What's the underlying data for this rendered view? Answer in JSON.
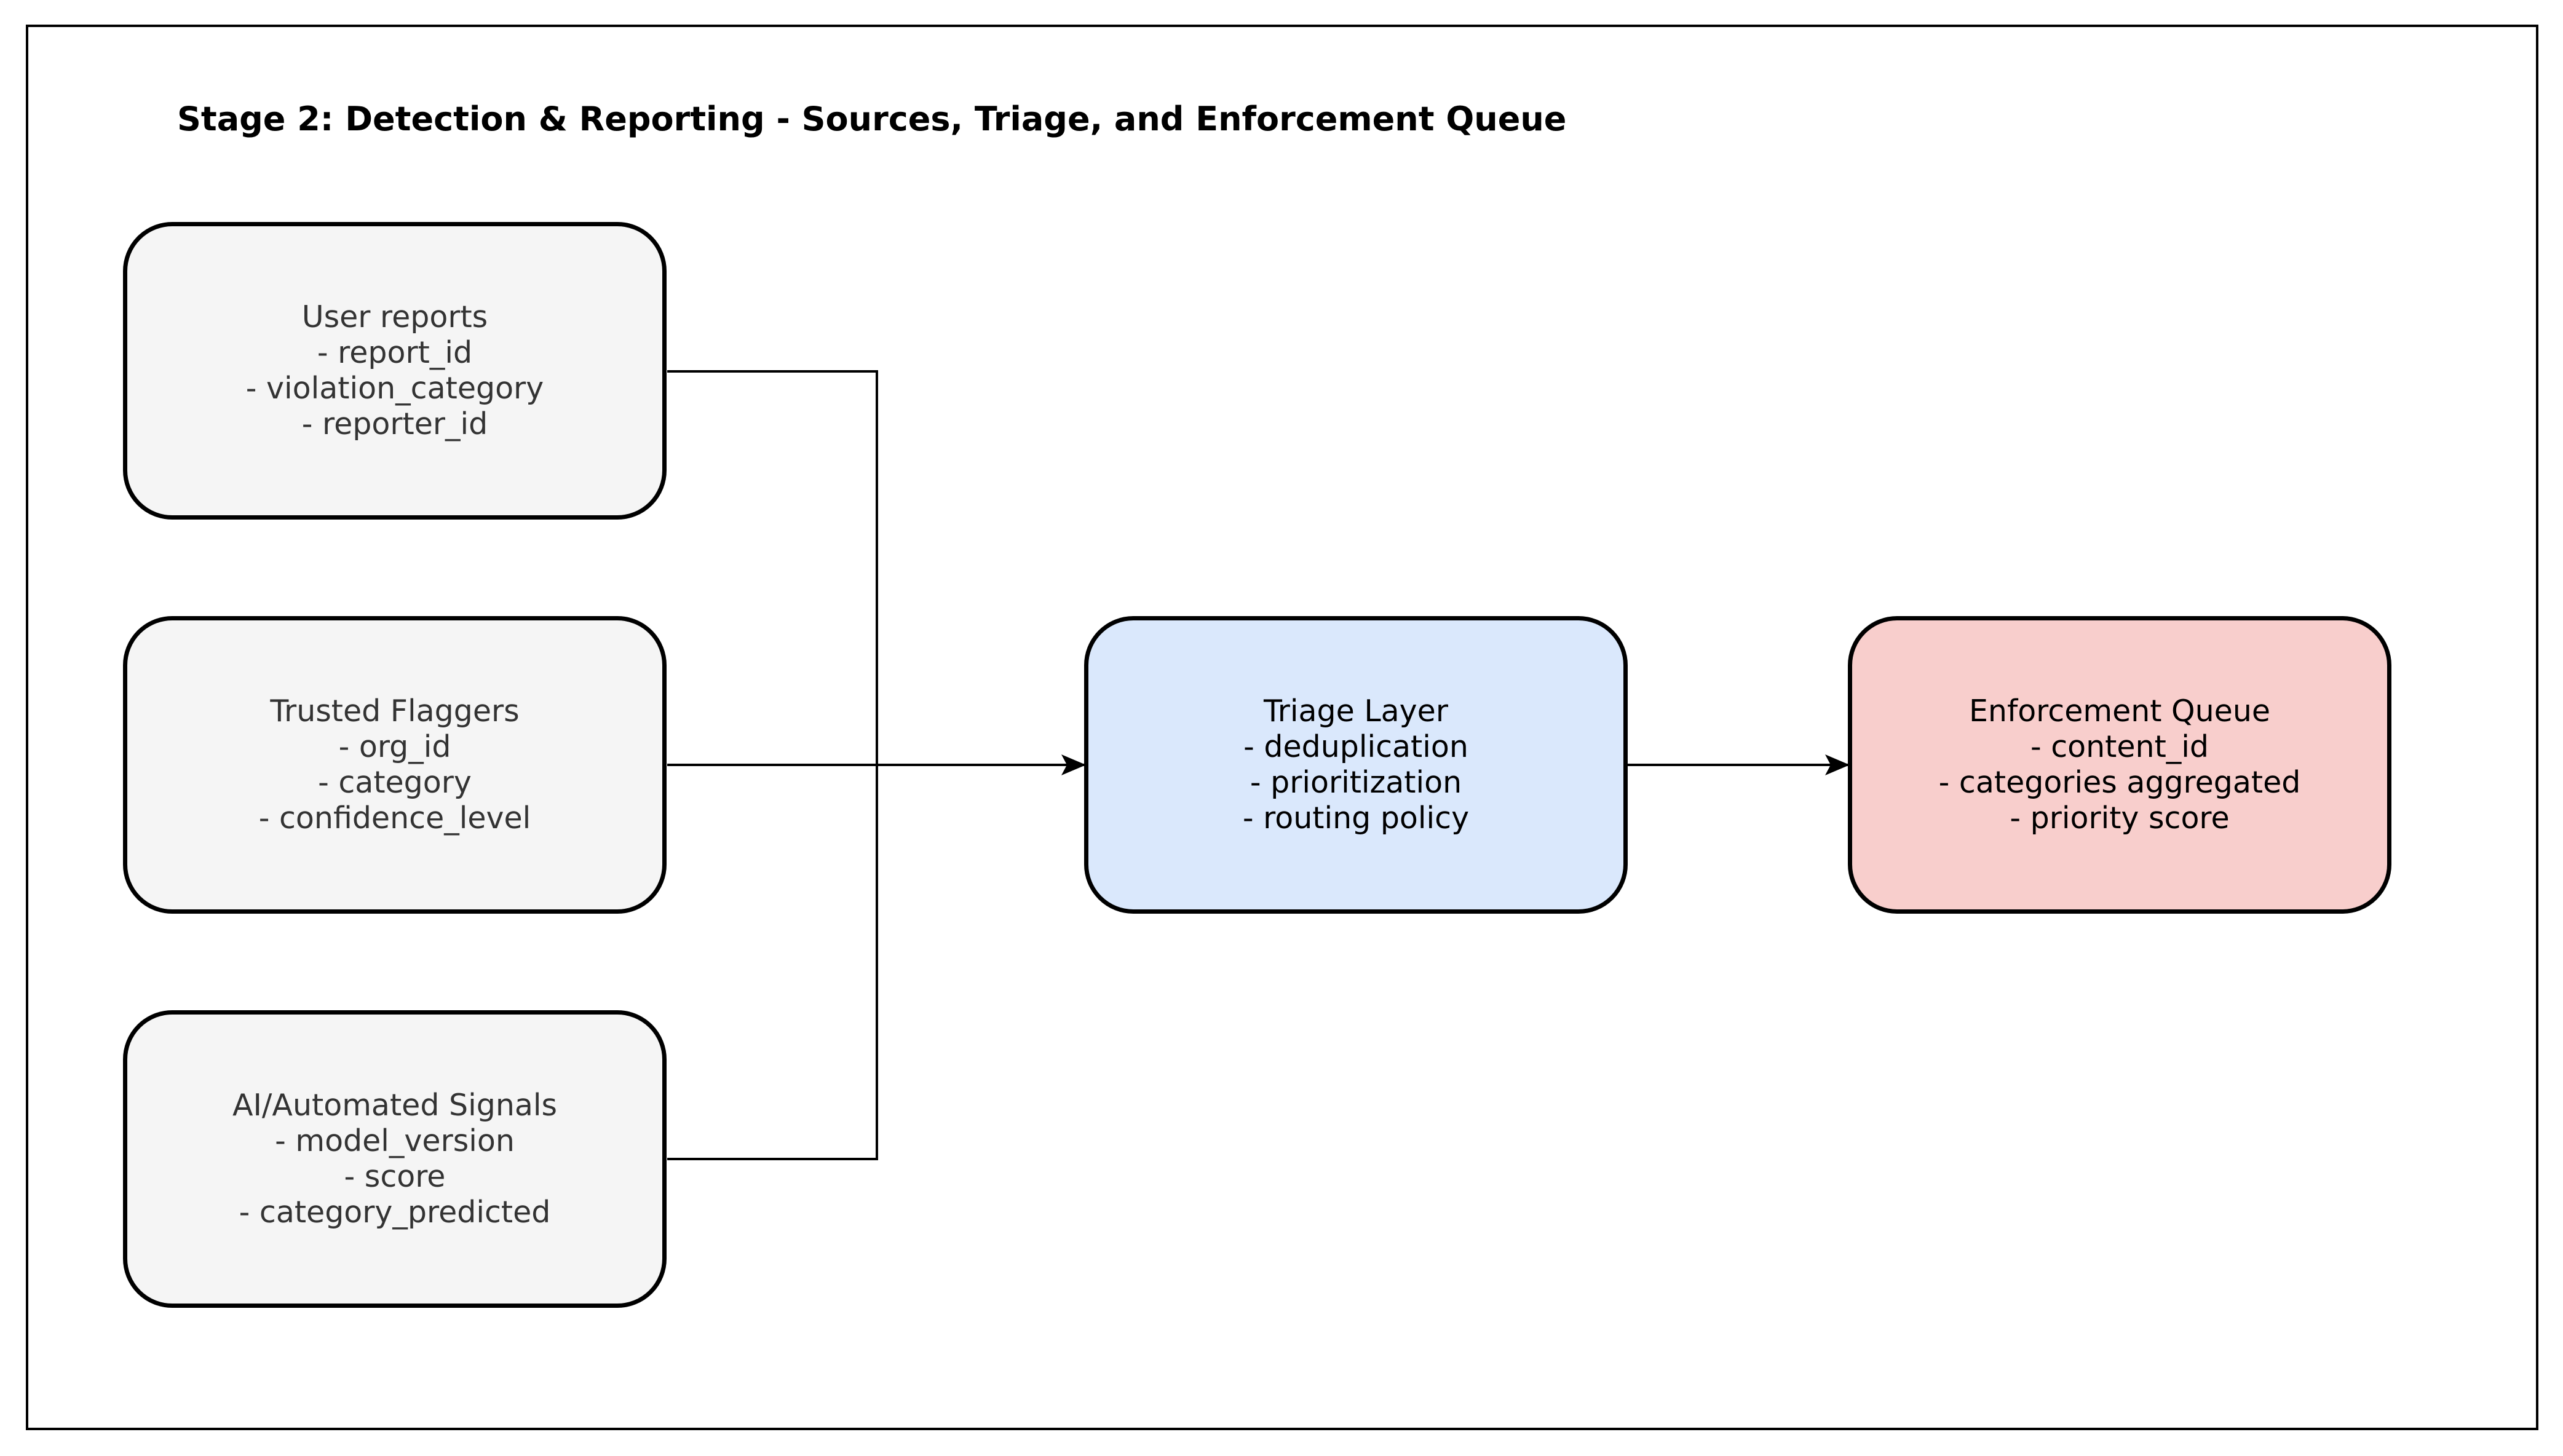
{
  "diagram": {
    "title": "Stage 2: Detection & Reporting - Sources, Triage, and Enforcement Queue",
    "nodes": {
      "user_reports": {
        "lines": [
          "User reports",
          "- report_id",
          "- violation_category",
          "- reporter_id"
        ],
        "fill": "#f5f5f5"
      },
      "trusted_flaggers": {
        "lines": [
          "Trusted Flaggers",
          "- org_id",
          "- category",
          "- confidence_level"
        ],
        "fill": "#f5f5f5"
      },
      "ai_signals": {
        "lines": [
          "AI/Automated Signals",
          "- model_version",
          "- score",
          "- category_predicted"
        ],
        "fill": "#f5f5f5"
      },
      "triage": {
        "lines": [
          "Triage Layer",
          "- deduplication",
          "- prioritization",
          "- routing policy"
        ],
        "fill": "#dae8fc"
      },
      "queue": {
        "lines": [
          "Enforcement Queue",
          "- content_id",
          "- categories aggregated",
          "- priority score"
        ],
        "fill": "#f8cecc"
      }
    },
    "edges": [
      {
        "from": "user_reports",
        "to": "triage"
      },
      {
        "from": "trusted_flaggers",
        "to": "triage"
      },
      {
        "from": "ai_signals",
        "to": "triage"
      },
      {
        "from": "triage",
        "to": "queue"
      }
    ]
  }
}
